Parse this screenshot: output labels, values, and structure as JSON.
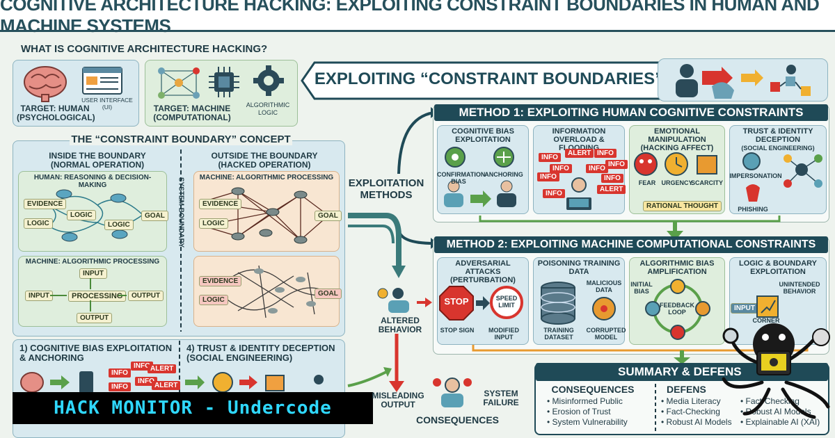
{
  "title": "COGNITIVE ARCHITECTURE HACKING: EXPLOITING CONSTRAINT BOUNDARIES IN HUMAN AND MACHINE SYSTEMS",
  "what_is": {
    "heading": "WHAT IS COGNITIVE ARCHITECTURE HACKING?",
    "ui_label": "USER INTERFACE (UI)",
    "target_human": "TARGET: HUMAN",
    "target_human_sub": "(PSYCHOLOGICAL)",
    "target_machine": "TARGET: MACHINE",
    "target_machine_sub": "(COMPUTATIONAL)",
    "algo_logic": "ALGORITHMIC LOGIC"
  },
  "banner": "EXPLOITING “CONSTRAINT BOUNDARIES”",
  "concept": {
    "heading": "THE “CONSTRAINT BOUNDARY” CONCEPT",
    "inside": "INSIDE THE BOUNDARY",
    "inside_sub": "(NORMAL OPERATION)",
    "outside": "OUTSIDE THE BOUNDARY",
    "outside_sub": "(HACKED OPERATION)",
    "system_boundary": "SYSTEM BOUNDARY",
    "human_reasoning": "HUMAN: REASONING & DECISION-MAKING",
    "machine_proc": "MACHINE: ALGORITHMIC PROCESSING",
    "evidence": "EVIDENCE",
    "logic": "LOGIC",
    "goal": "GOAL",
    "input": "INPUT",
    "processing": "PROCESSING",
    "output": "OUTPUT"
  },
  "exploitation_methods": "EXPLOITATION METHODS",
  "altered_behavior": "ALTERED BEHAVIOR",
  "misleading_output": "MISLEADING OUTPUT",
  "system_failure": "SYSTEM FAILURE",
  "consequences_label": "CONSEQUENCES",
  "method1": {
    "header": "METHOD 1: EXPLOITING HUMAN COGNITIVE CONSTRAINTS",
    "bias_title": "COGNITIVE BIAS EXPLOITATION",
    "confirmation_bias": "CONFIRMATION BIAS",
    "anchoring": "ANCHORING",
    "overload_title": "INFORMATION OVERLOAD & FLOODING",
    "info": "INFO",
    "alert": "ALERT",
    "emotional_title": "EMOTIONAL MANIPULATION",
    "emotional_sub": "(HACKING AFFECT)",
    "fear": "FEAR",
    "urgency": "URGENCY",
    "scarcity": "SCARCITY",
    "rational": "RATIONAL THOUGHT",
    "trust_title": "TRUST & IDENTITY DECEPTION",
    "trust_sub": "(SOCIAL ENGINEERING)",
    "impersonation": "IMPERSONATION",
    "phishing": "PHISHING"
  },
  "method2": {
    "header": "METHOD 2: EXPLOITING MACHINE COMPUTATIONAL CONSTRAINTS",
    "adv_title": "ADVERSARIAL ATTACKS",
    "adv_sub": "(PERTURBATION)",
    "stop": "STOP",
    "speed_limit": "SPEED LIMIT",
    "stop_sign": "STOP SIGN",
    "modified_input": "MODIFIED INPUT",
    "poison_title": "POISONING TRAINING DATA",
    "malicious_data": "MALICIOUS DATA",
    "training_dataset": "TRAINING DATASET",
    "corrupted_model": "CORRUPTED MODEL",
    "bias_amp_title": "ALGORITHMIC BIAS AMPLIFICATION",
    "initial_bias": "INITIAL BIAS",
    "feedback_loop": "FEEDBACK LOOP",
    "logic_title": "LOGIC & BOUNDARY EXPLOITATION",
    "unintended": "UNINTENDED BEHAVIOR",
    "input": "INPUT",
    "corner": "CORNER"
  },
  "bottom_left": {
    "item1": "1) COGNITIVE BIAS EXPLOITATION & ANCHORING",
    "item4": "4) TRUST & IDENTITY DECEPTION (SOCIAL ENGINEERING)"
  },
  "summary": {
    "header": "SUMMARY & DEFENS",
    "consequences": "CONSEQUENCES",
    "defense": "DEFENS",
    "cons_items": [
      "• Misinformed Public",
      "• Erosion of Trust",
      "• System Vulnerability"
    ],
    "def_items": [
      "• Media Literacy",
      "• Fact-Checking",
      "• Robust AI Models"
    ],
    "def_items2": [
      "• Fact-Checking",
      "• Robust AI Models",
      "• Explainable AI (XAI)"
    ]
  },
  "watermark": "HACK MONITOR - Undercode",
  "colors": {
    "navy": "#1f4a57",
    "red": "#d8352e",
    "watermark_text": "#2fd8ff"
  }
}
